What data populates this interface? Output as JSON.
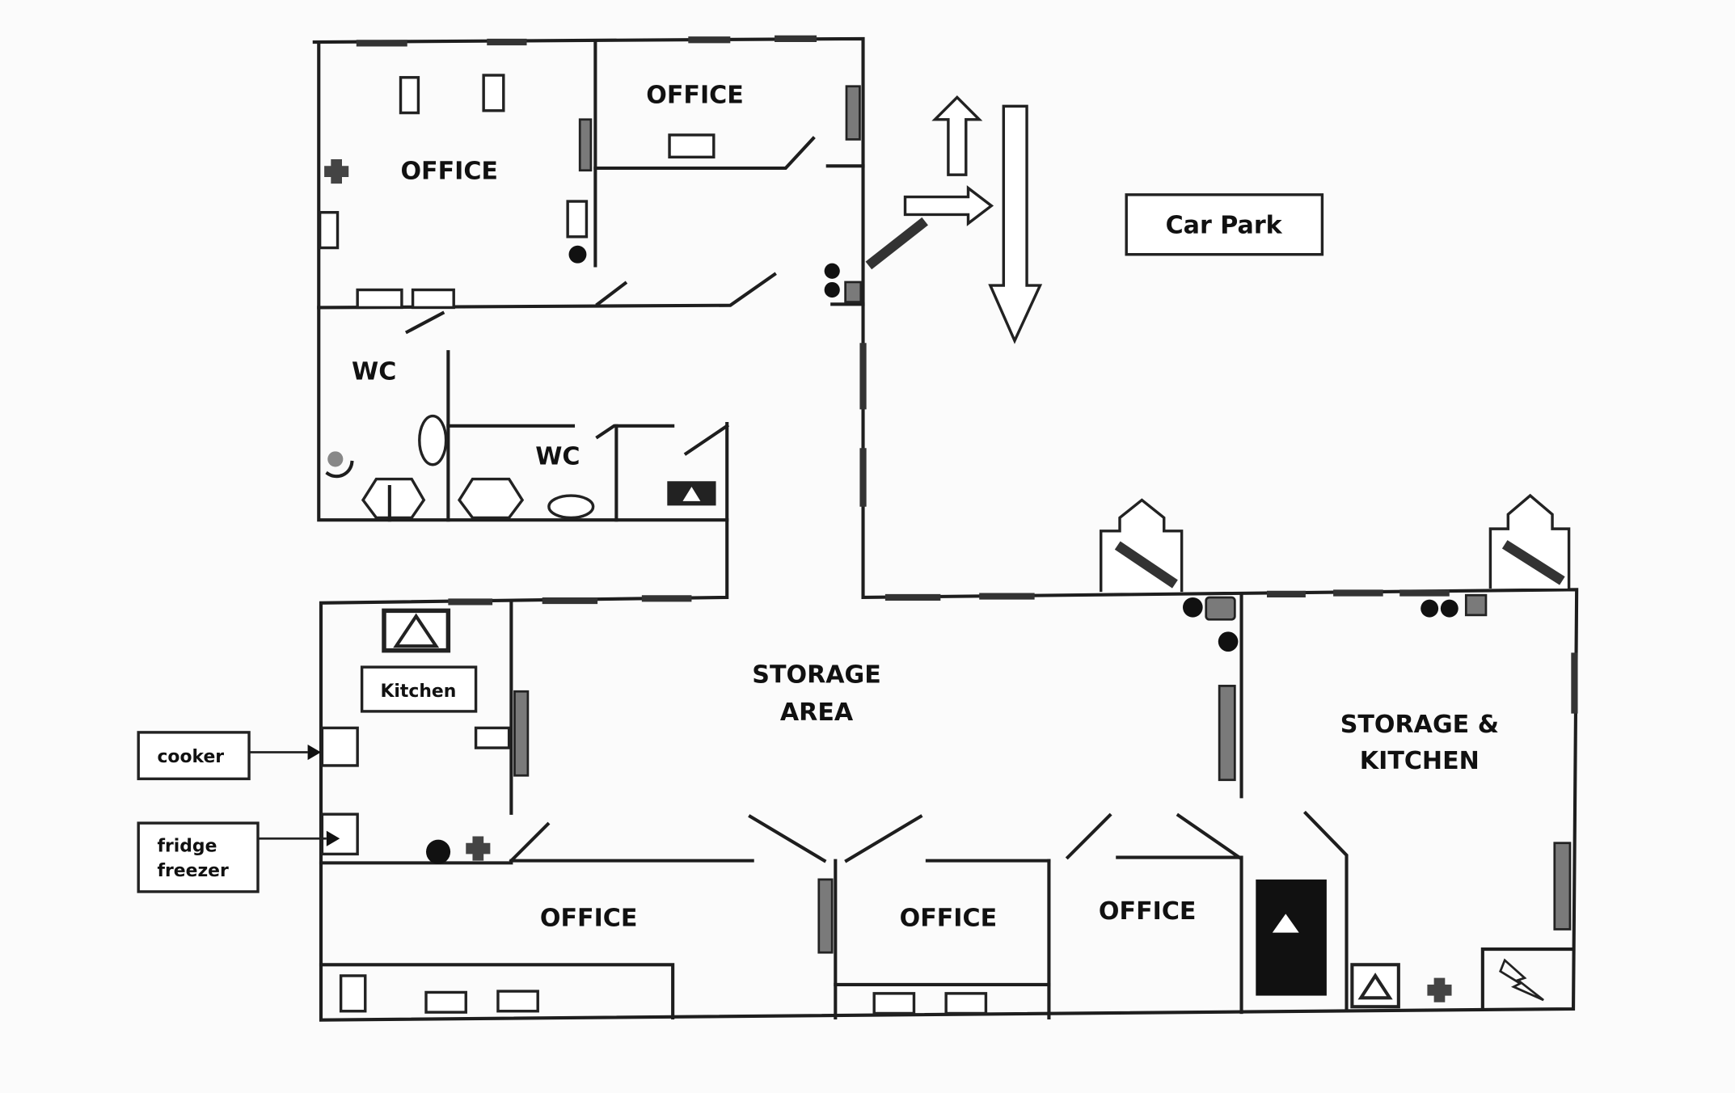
{
  "rooms": {
    "office_top_left": "OFFICE",
    "office_top_right": "OFFICE",
    "wc_left": "WC",
    "wc_right": "WC",
    "storage_area_line1": "STORAGE",
    "storage_area_line2": "AREA",
    "storage_kitchen_line1": "STORAGE &",
    "storage_kitchen_line2": "KITCHEN",
    "kitchen": "Kitchen",
    "office_bottom_left": "OFFICE",
    "office_bottom_middle": "OFFICE",
    "office_bottom_right": "OFFICE"
  },
  "labels": {
    "car_park": "Car Park",
    "cooker": "cooker",
    "fridge_line1": "fridge",
    "fridge_line2": "freezer"
  }
}
